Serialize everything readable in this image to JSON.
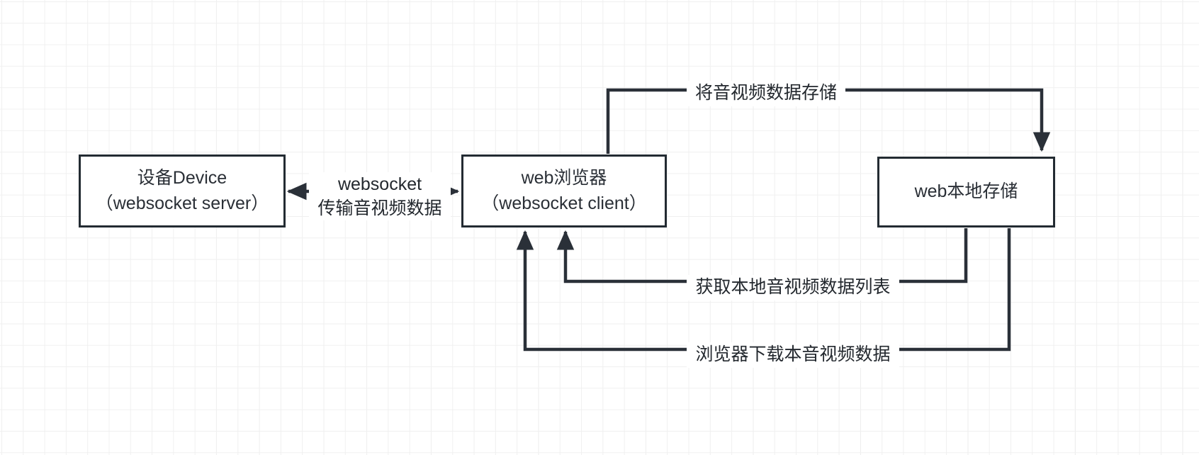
{
  "diagram": {
    "title": "websocket audio video data flow",
    "background": "#ffffff",
    "grid_color": "#e6e6e6",
    "stroke_color": "#232b32",
    "text_color": "#2a2f36",
    "nodes": [
      {
        "id": "device",
        "line1": "设备Device",
        "line2": "（websocket server）"
      },
      {
        "id": "browser",
        "line1": "web浏览器",
        "line2": "（websocket client）"
      },
      {
        "id": "storage",
        "line1": "web本地存储",
        "line2": ""
      }
    ],
    "edges": [
      {
        "id": "websocket-link",
        "line1": "websocket",
        "line2": "传输音视频数据",
        "direction": "bidirectional"
      },
      {
        "id": "store-media",
        "line1": "将音视频数据存储",
        "line2": "",
        "direction": "browser-to-storage"
      },
      {
        "id": "fetch-media-list",
        "line1": "获取本地音视频数据列表",
        "line2": "",
        "direction": "storage-to-browser"
      },
      {
        "id": "download-media",
        "line1": "浏览器下载本音视频数据",
        "line2": "",
        "direction": "storage-to-browser"
      }
    ]
  }
}
